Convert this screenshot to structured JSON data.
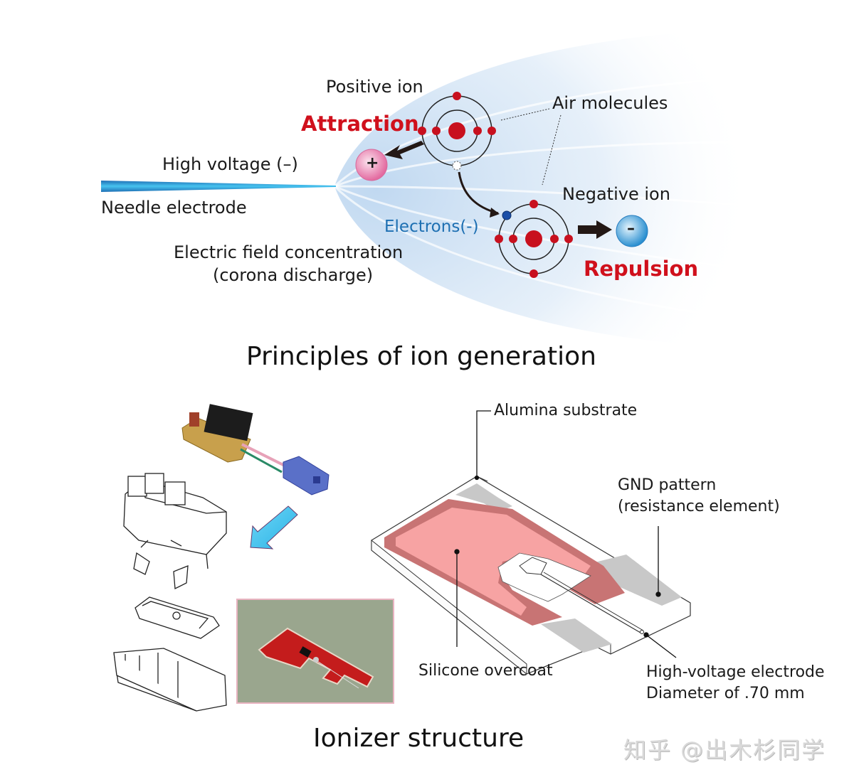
{
  "top_diagram": {
    "title": "Principles of ion generation",
    "labels": {
      "positive_ion": "Positive ion",
      "attraction": "Attraction",
      "air_molecules": "Air molecules",
      "high_voltage": "High voltage (–)",
      "needle_electrode": "Needle electrode",
      "negative_ion": "Negative ion",
      "electrons": "Electrons(-)",
      "electric_field_line1": "Electric field concentration",
      "electric_field_line2": "(corona discharge)",
      "repulsion": "Repulsion"
    },
    "symbols": {
      "plus": "+",
      "minus": "–"
    },
    "colors": {
      "accent_red": "#d0101c",
      "electron_blue": "#1d6fb2",
      "needle_blue": "#29a9e0",
      "nucleus_red": "#c8101e"
    }
  },
  "bottom_diagram": {
    "title": "Ionizer structure",
    "labels": {
      "alumina_substrate": "Alumina substrate",
      "gnd_pattern_line1": "GND pattern",
      "gnd_pattern_line2": "(resistance element)",
      "silicone_overcoat": "Silicone overcoat",
      "hv_electrode_line1": "High-voltage electrode",
      "hv_electrode_line2": "Diameter of .70 mm"
    },
    "colors": {
      "overcoat": "#f7a3a3",
      "overcoat_dark": "#c87474",
      "gnd_gray": "#c8c8c8",
      "arrow_cyan": "#4cc6ef"
    }
  },
  "watermark": "知乎 @出木杉同学"
}
